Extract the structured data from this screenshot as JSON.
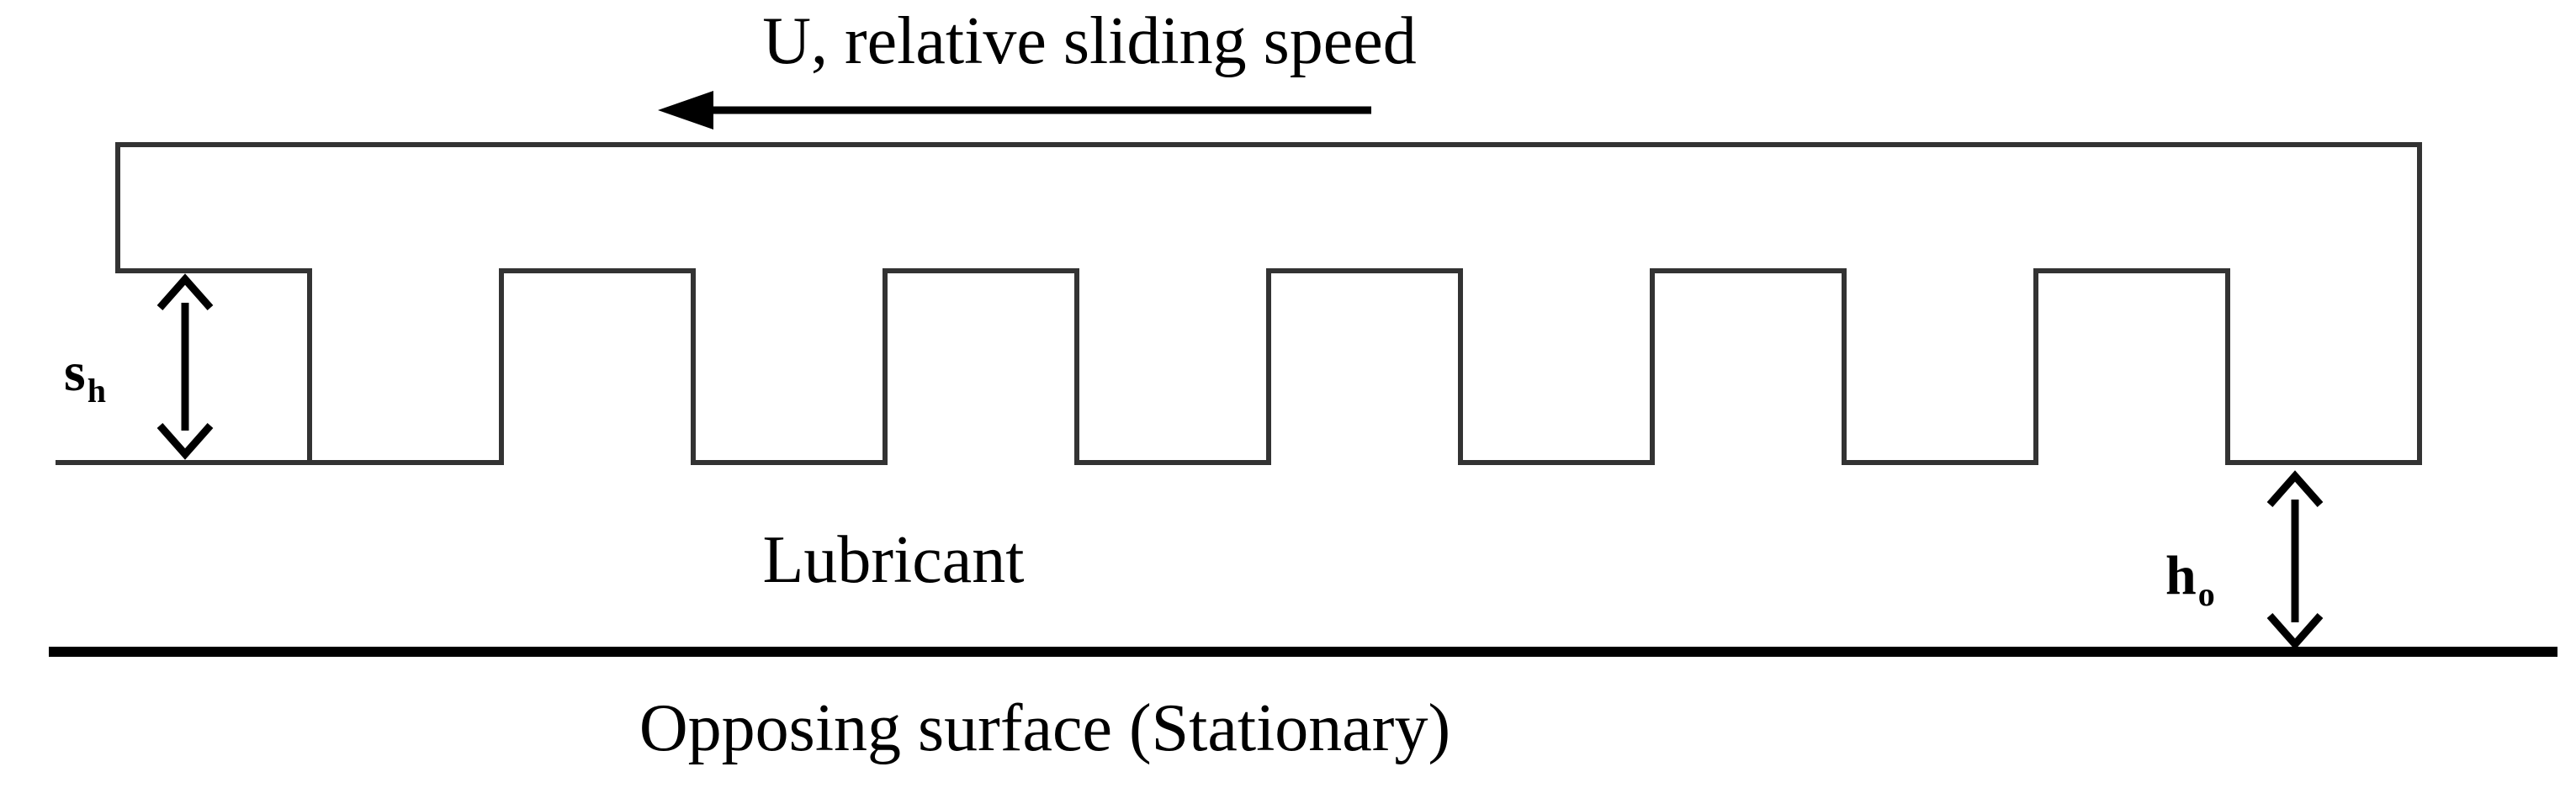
{
  "labels": {
    "speed": "U, relative sliding speed",
    "lubricant": "Lubricant",
    "surface": "Opposing surface (Stationary)",
    "sh_symbol": "s",
    "sh_subscript": "h",
    "ho_symbol": "h",
    "ho_subscript": "o"
  },
  "colors": {
    "stroke": "#000000",
    "profile": "#333333",
    "background": "#ffffff"
  },
  "icons": {
    "speed_arrow": "arrow-left-icon",
    "sh_arrow": "double-arrow-vertical-icon",
    "ho_arrow": "double-arrow-vertical-icon"
  }
}
